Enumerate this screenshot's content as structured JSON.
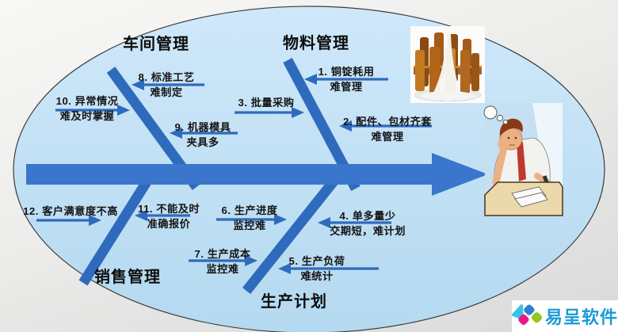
{
  "diagram": {
    "type": "fishbone",
    "spine_direction": "right",
    "categories": [
      {
        "name": "车间管理",
        "position": "top-left"
      },
      {
        "name": "物料管理",
        "position": "top-right"
      },
      {
        "name": "销售管理",
        "position": "bottom-left"
      },
      {
        "name": "生产计划",
        "position": "bottom-right"
      }
    ],
    "causes": [
      {
        "label": "1. 铜锭耗用\n难管理",
        "category": "物料管理"
      },
      {
        "label": "2. 配件、包材齐套\n难管理",
        "category": "物料管理"
      },
      {
        "label": "3. 批量采购",
        "category": "物料管理"
      },
      {
        "label": "4. 单多量少\n交期短，难计划",
        "category": "生产计划"
      },
      {
        "label": "5. 生产负荷\n难统计",
        "category": "生产计划"
      },
      {
        "label": "6. 生产进度\n监控难",
        "category": "生产计划"
      },
      {
        "label": "7. 生产成本\n监控难",
        "category": "生产计划"
      },
      {
        "label": "8. 标准工艺\n难制定",
        "category": "车间管理"
      },
      {
        "label": "9. 机器模具\n夹具多",
        "category": "车间管理"
      },
      {
        "label": "10. 异常情况\n难及时掌握",
        "category": "车间管理"
      },
      {
        "label": "11. 不能及时\n准确报价",
        "category": "销售管理"
      },
      {
        "label": "12. 客户满意度不高",
        "category": "销售管理"
      }
    ]
  },
  "illustrations": [
    {
      "name": "copper-ingots-illustration"
    },
    {
      "name": "thinking-man-illustration"
    }
  ],
  "watermark": {
    "text": "易呈软件"
  },
  "colors": {
    "ellipse_fill": "#c0dff3",
    "spine_blue": "#3a76cb",
    "bone_blue": "#2f6bbd",
    "text": "#141414",
    "logo_blue": "#1a9ad6",
    "logo_cyan": "#35c4e8",
    "logo_magenta": "#e9188a",
    "logo_green": "#95c51e"
  }
}
